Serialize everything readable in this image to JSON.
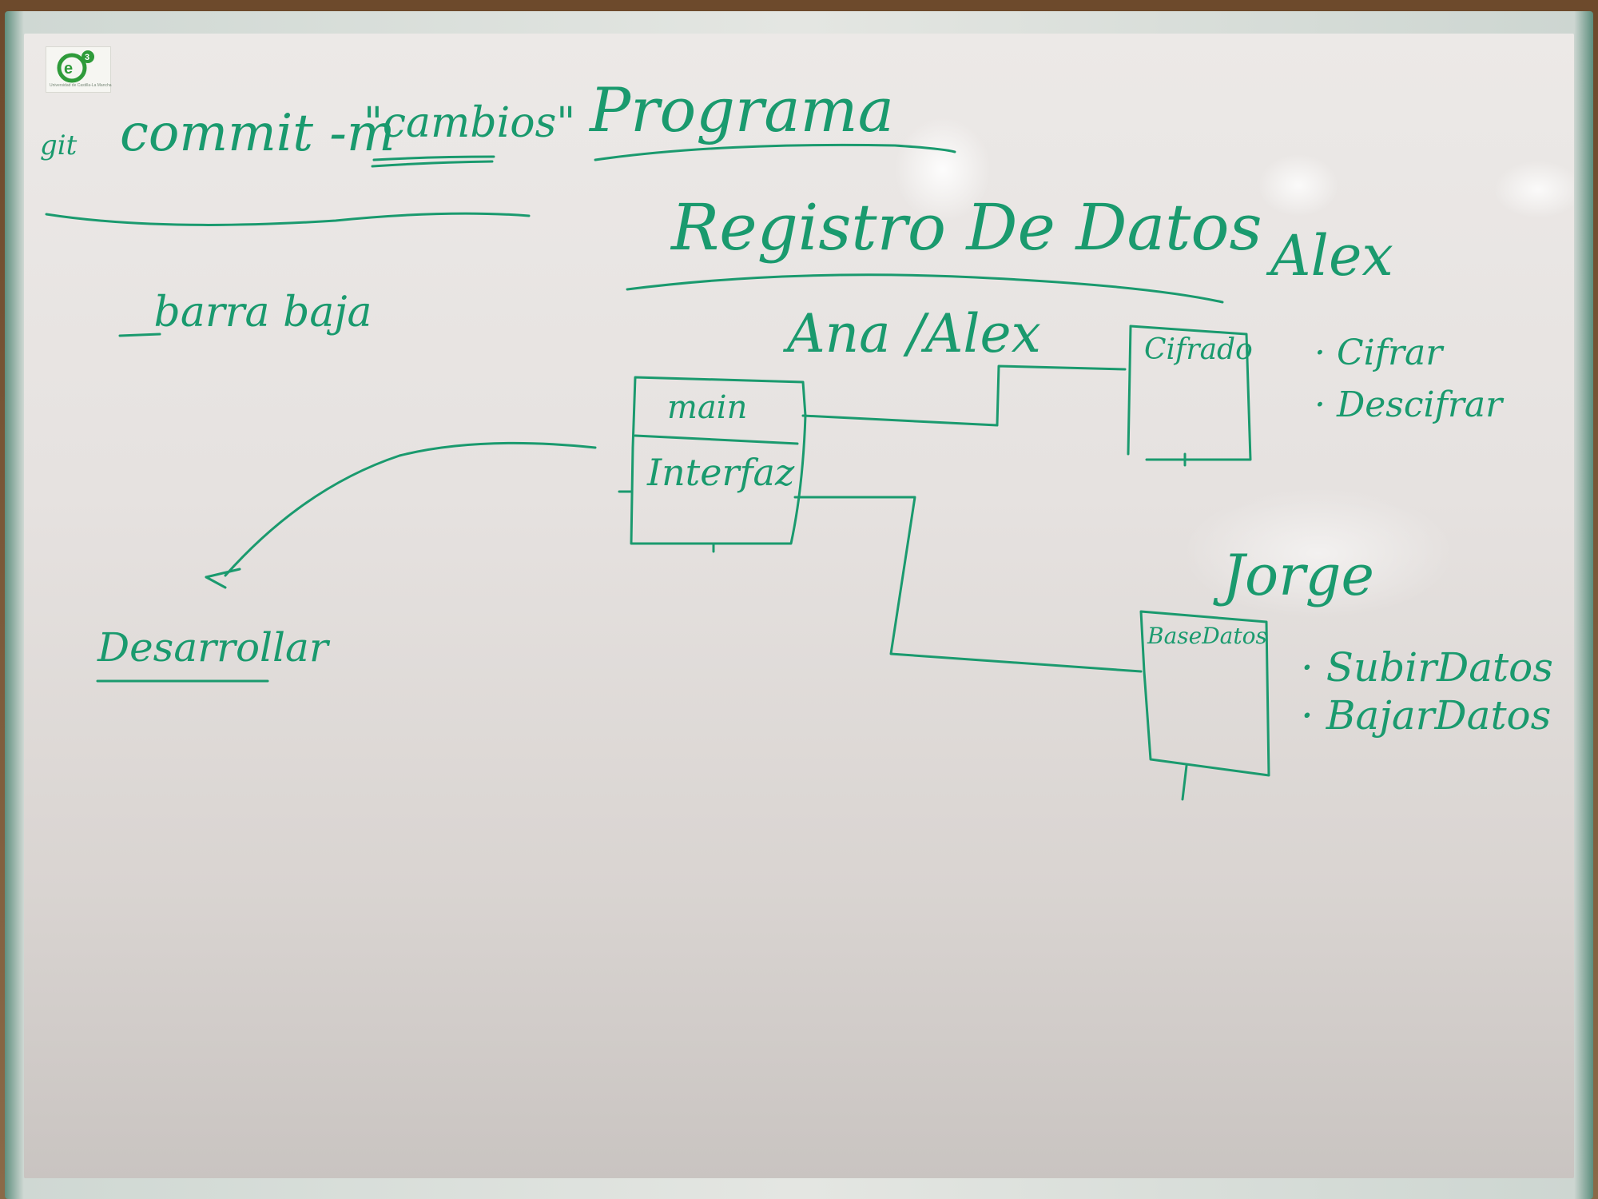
{
  "logo": {
    "mark": "e",
    "superscript": "3",
    "fine_print": "Universidad de Castilla-La Mancha"
  },
  "board": {
    "git_prefix": "git",
    "commit_cmd": "commit -m",
    "commit_msg": "\"cambios\"",
    "programa": "Programa",
    "underscore_note": "_ barra baja",
    "desarrollar": "Desarrollar",
    "registro": "Registro De Datos",
    "ana_alex": "Ana /Alex",
    "alex": "Alex",
    "jorge": "Jorge",
    "box_main": "main",
    "box_interfaz": "Interfaz",
    "box_cifrado": "Cifrado",
    "box_basedatos": "BaseDatos",
    "cifrar": "· Cifrar",
    "descifrar": "· Descifrar",
    "subir_datos": "· SubirDatos",
    "bajar_datos": "· BajarDatos"
  },
  "colors": {
    "marker_ink": "#1a9a6e",
    "board": "#e7e4e2",
    "frame": "#6d4a2c"
  }
}
